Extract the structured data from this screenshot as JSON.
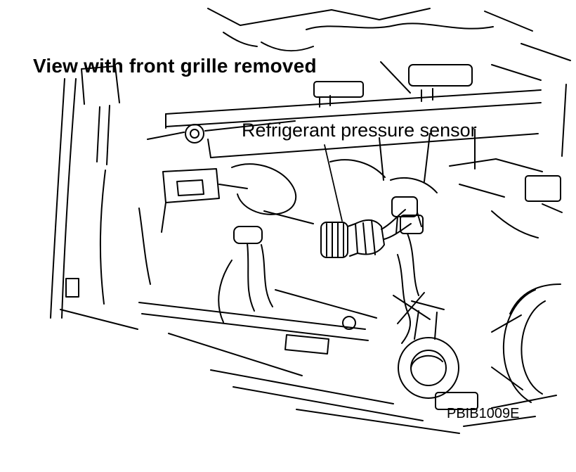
{
  "figure": {
    "title": "View with front grille removed",
    "callout": "Refrigerant pressure sensor",
    "code": "PBIB1009E"
  },
  "colors": {
    "line": "#000000",
    "background": "#ffffff"
  }
}
